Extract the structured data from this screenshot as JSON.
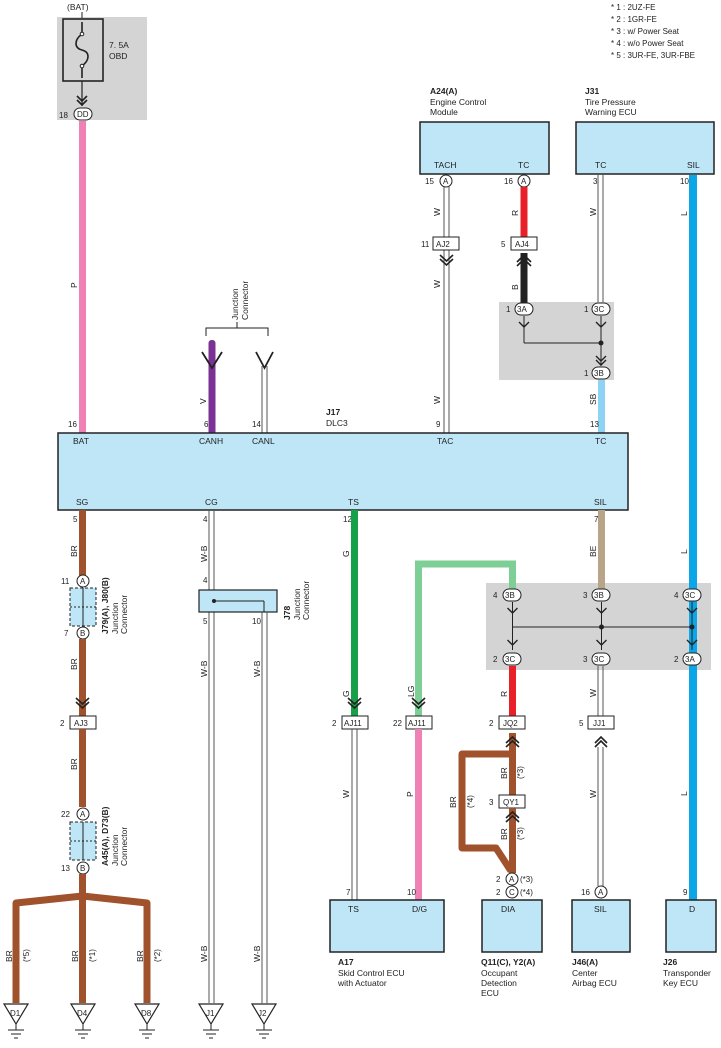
{
  "legend": [
    "* 1 : 2UZ-FE",
    "* 2 : 1GR-FE",
    "* 3 : w/ Power Seat",
    "* 4 : w/o Power Seat",
    "* 5 : 3UR-FE, 3UR-FBE"
  ],
  "fuse": {
    "source": "(BAT)",
    "rating": "7. 5A",
    "name": "OBD",
    "pin": "18",
    "connector": "DD"
  },
  "dlc3": {
    "id": "J17",
    "name": "DLC3",
    "top_pins": [
      {
        "label": "BAT",
        "num": "16"
      },
      {
        "label": "CANH",
        "num": "6"
      },
      {
        "label": "CANL",
        "num": "14"
      },
      {
        "label": "TAC",
        "num": "9"
      },
      {
        "label": "TC",
        "num": "13"
      }
    ],
    "bottom_pins": [
      {
        "label": "SG",
        "num": "5"
      },
      {
        "label": "CG",
        "num": "4"
      },
      {
        "label": "TS",
        "num": "12"
      },
      {
        "label": "SIL",
        "num": "7"
      }
    ]
  },
  "ecm": {
    "id": "A24(A)",
    "line1": "Engine Control",
    "line2": "Module",
    "pins": [
      {
        "label": "TACH",
        "num": "15"
      },
      {
        "label": "TC",
        "num": "16"
      }
    ],
    "conn": "A"
  },
  "tpw": {
    "id": "J31",
    "line1": "Tire Pressure",
    "line2": "Warning ECU",
    "pins": [
      {
        "label": "TC",
        "num": "3"
      },
      {
        "label": "SIL",
        "num": "10"
      }
    ]
  },
  "skid": {
    "id": "A17",
    "line1": "Skid Control ECU",
    "line2": "with Actuator",
    "pins": [
      {
        "label": "TS",
        "num": "7"
      },
      {
        "label": "D/G",
        "num": "10"
      }
    ]
  },
  "occupant": {
    "id": "Q11(C), Y2(A)",
    "line1": "Occupant",
    "line2": "Detection",
    "line3": "ECU",
    "pin_label": "DIA",
    "num_a": "2",
    "conn_a": "A",
    "note_a": "(*3)",
    "num_c": "2",
    "conn_c": "C",
    "note_c": "(*4)"
  },
  "airbag": {
    "id": "J46(A)",
    "line1": "Center",
    "line2": "Airbag ECU",
    "pin_label": "SIL",
    "num": "16",
    "conn": "A"
  },
  "transponder": {
    "id": "J26",
    "line1": "Transponder",
    "line2": "Key ECU",
    "pin_label": "D",
    "num": "9"
  },
  "junction_top": {
    "line1": "Junction",
    "line2": "Connector"
  },
  "j78": {
    "id": "J78",
    "line1": "Junction",
    "line2": "Connector",
    "pins": [
      "4",
      "5",
      "10"
    ]
  },
  "j79": {
    "id": "J79(A), J80(B)",
    "line1": "Junction",
    "line2": "Connector",
    "pin_top": "11",
    "conn_top": "A",
    "pin_bot": "7",
    "conn_bot": "B"
  },
  "a45": {
    "id": "A45(A), D73(B)",
    "line1": "Junction",
    "line2": "Connector",
    "pin_top": "22",
    "conn_top": "A",
    "pin_bot": "13",
    "conn_bot": "B"
  },
  "connectors": {
    "aj2": {
      "label": "AJ2",
      "num": "11"
    },
    "aj4": {
      "label": "AJ4",
      "num": "5"
    },
    "aj3": {
      "label": "AJ3",
      "num": "2"
    },
    "aj11a": {
      "label": "AJ11",
      "num": "2"
    },
    "aj11b": {
      "label": "AJ11",
      "num": "22"
    },
    "jq2": {
      "label": "JQ2",
      "num": "2"
    },
    "qy1": {
      "label": "QY1",
      "num": "3"
    },
    "jj1": {
      "label": "JJ1",
      "num": "5"
    }
  },
  "splice_top": [
    {
      "num": "1",
      "conn": "3A"
    },
    {
      "num": "1",
      "conn": "3C"
    },
    {
      "num": "1",
      "conn": "3B"
    }
  ],
  "splice_mid": [
    {
      "num": "4",
      "conn": "3B"
    },
    {
      "num": "3",
      "conn": "3B"
    },
    {
      "num": "4",
      "conn": "3C"
    },
    {
      "num": "2",
      "conn": "3C"
    },
    {
      "num": "3",
      "conn": "3C"
    },
    {
      "num": "2",
      "conn": "3A"
    }
  ],
  "wire_colors": {
    "p": "P",
    "v": "V",
    "w": "W",
    "r": "R",
    "b": "B",
    "l": "L",
    "sb": "SB",
    "br": "BR",
    "wb": "W-B",
    "g": "G",
    "be": "BE",
    "lg": "LG"
  },
  "notes": {
    "s1": "(*1)",
    "s2": "(*2)",
    "s3": "(*3)",
    "s4": "(*4)",
    "s5": "(*5)"
  },
  "grounds": [
    "D1",
    "D4",
    "D8",
    "J1",
    "J2"
  ],
  "colors": {
    "pink": "#ef82b4",
    "purple": "#7b3294",
    "red": "#e8202a",
    "black": "#222222",
    "blue": "#0ba5e8",
    "lightblue": "#8fd3f4",
    "brown": "#a0522d",
    "green": "#17a04a",
    "lightgreen": "#7dcf95",
    "tan": "#b9a48a",
    "box": "#bfe6f7",
    "gray": "#d4d4d4"
  }
}
